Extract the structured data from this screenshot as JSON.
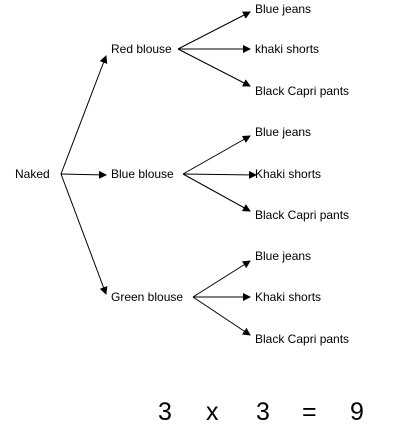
{
  "root": "Naked",
  "blouses": [
    {
      "label": "Red blouse",
      "bottoms": [
        "Blue jeans",
        "khaki shorts",
        "Black Capri pants"
      ]
    },
    {
      "label": "Blue blouse",
      "bottoms": [
        "Blue jeans",
        "Khaki shorts",
        "Black Capri pants"
      ]
    },
    {
      "label": "Green blouse",
      "bottoms": [
        "Blue jeans",
        "Khaki shorts",
        "Black Capri pants"
      ]
    }
  ],
  "equation": {
    "a": "3",
    "op": "x",
    "b": "3",
    "eq": "=",
    "result": "9"
  },
  "colors": {
    "line": "#000000",
    "text": "#000000",
    "background": "#ffffff"
  }
}
